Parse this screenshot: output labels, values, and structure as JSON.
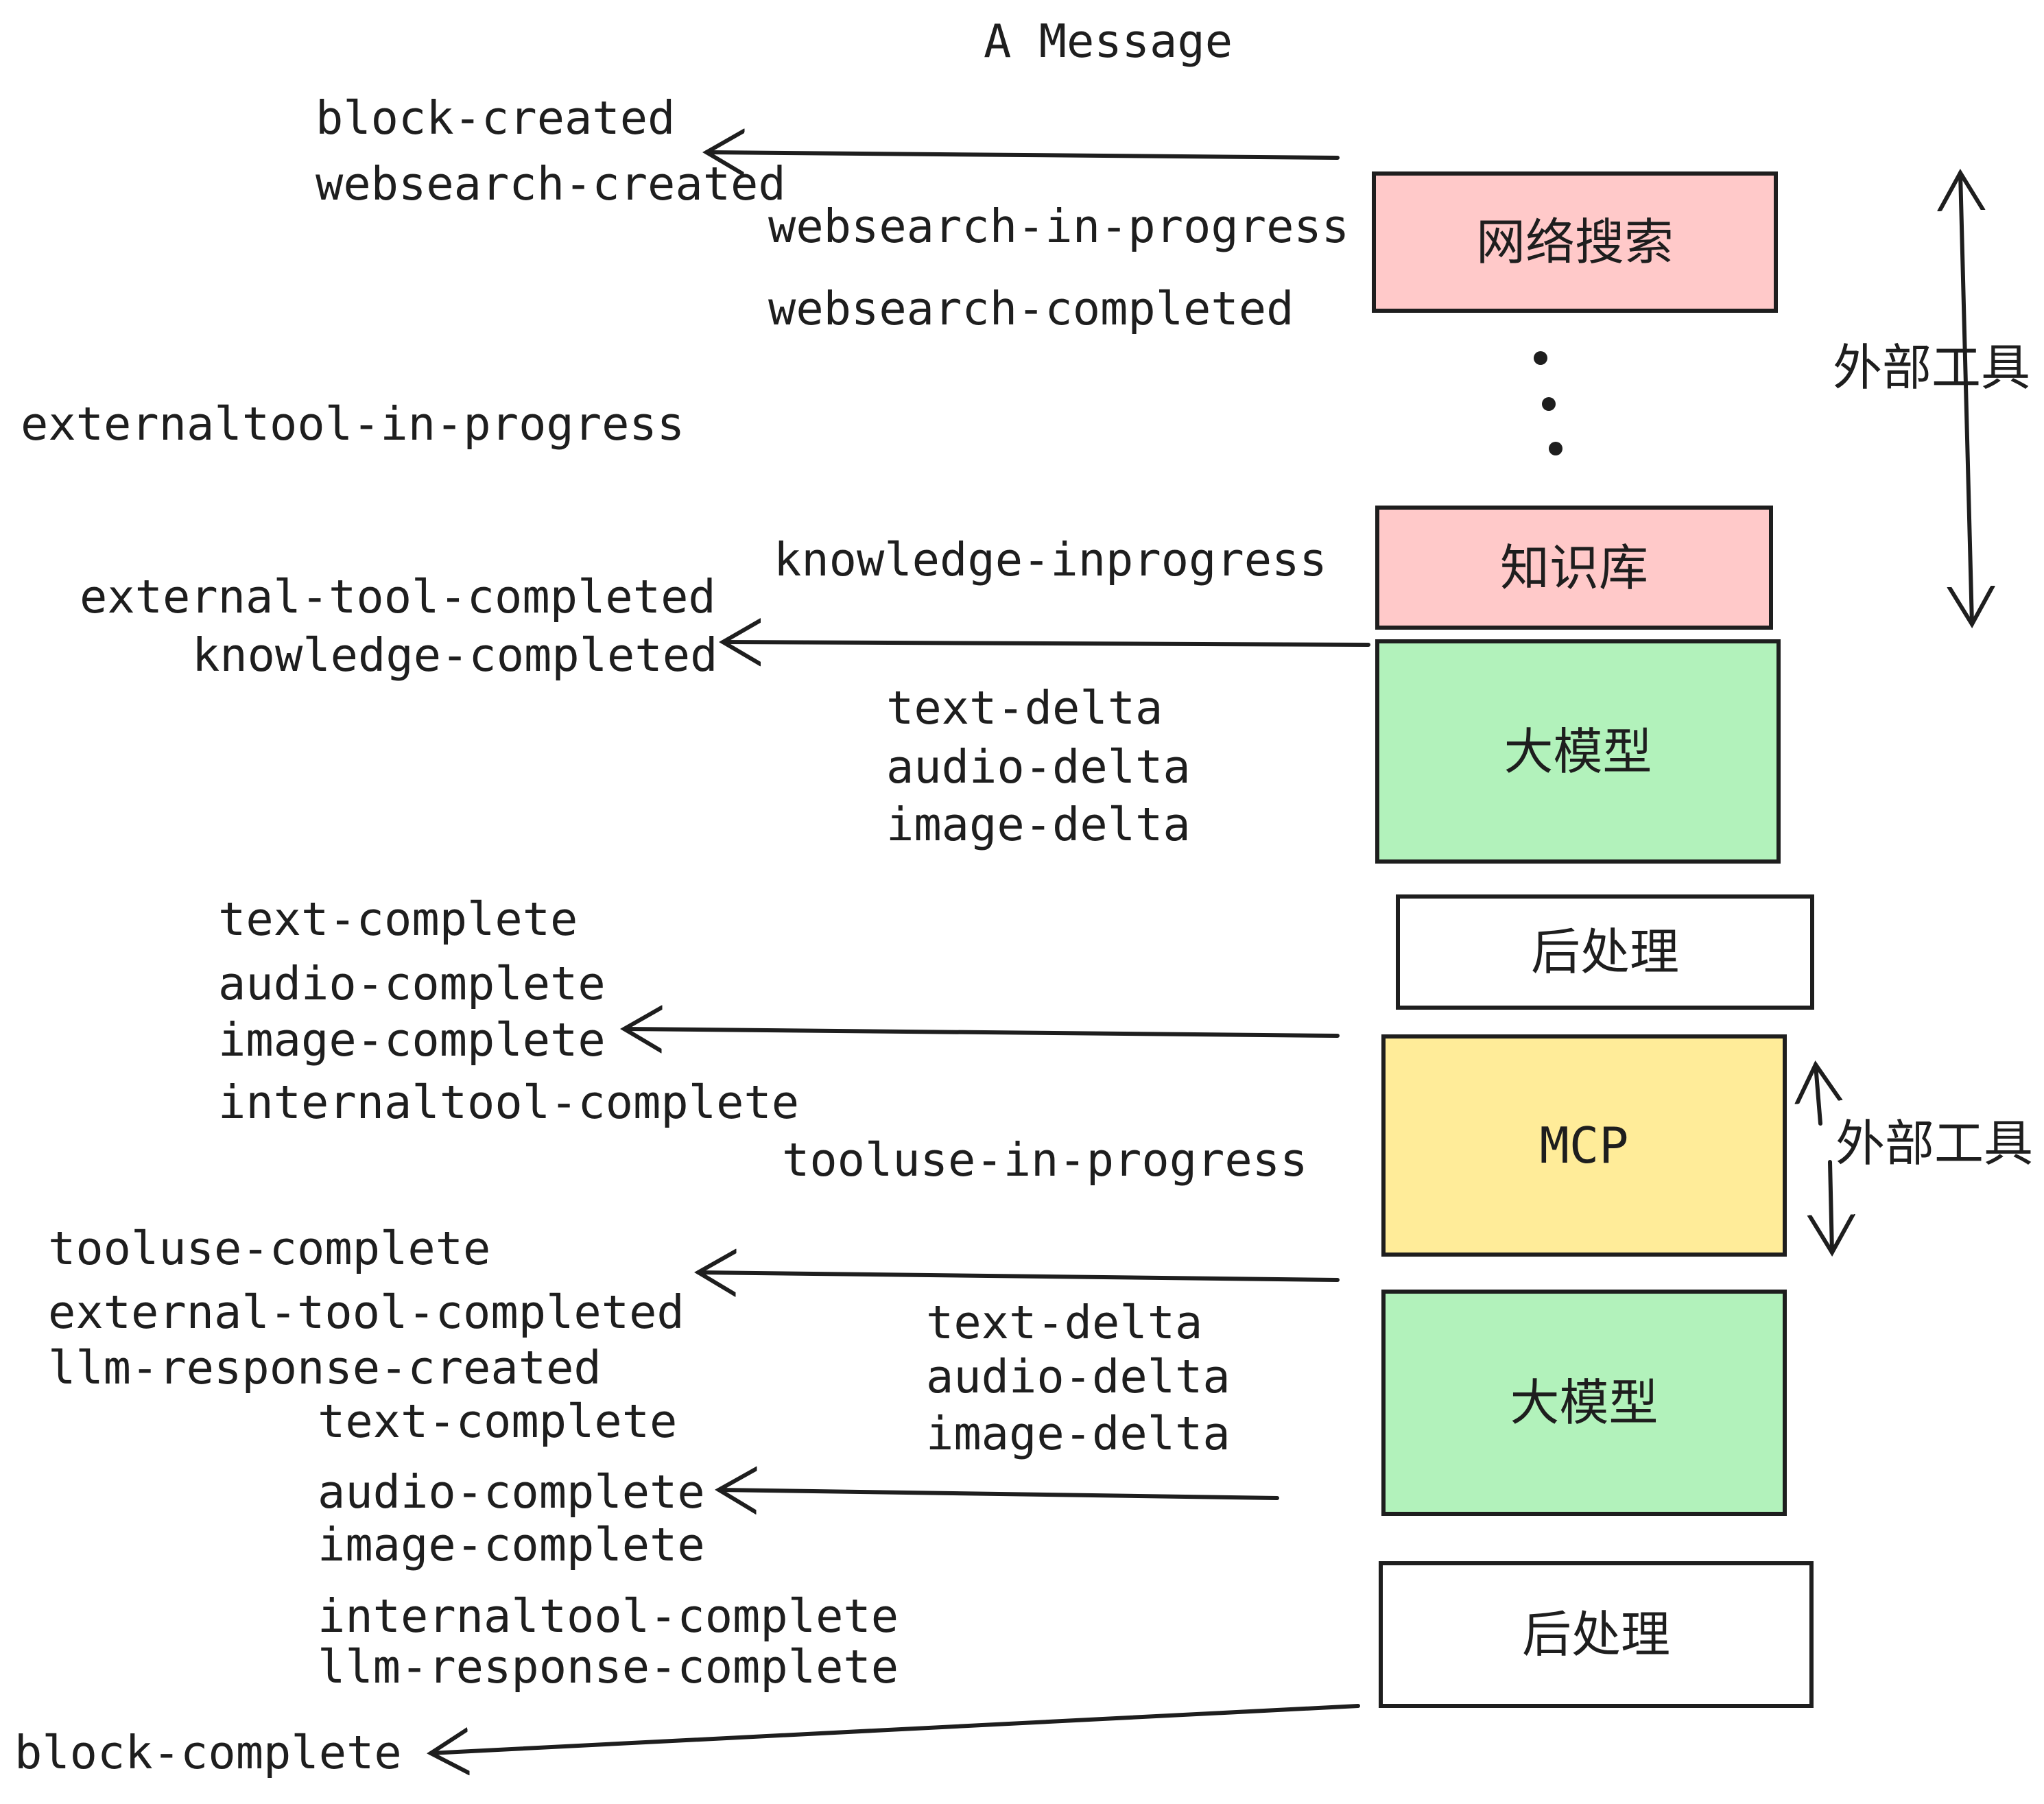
{
  "title": "A Message",
  "colors": {
    "ink": "#1e1e1e",
    "pink": "#ffc9c9",
    "green": "#b2f2bb",
    "yellow": "#ffec99",
    "white": "#ffffff"
  },
  "events": [
    {
      "id": "block-created",
      "text": "block-created"
    },
    {
      "id": "websearch-created",
      "text": "websearch-created"
    },
    {
      "id": "websearch-in-progress",
      "text": "websearch-in-progress"
    },
    {
      "id": "websearch-completed",
      "text": "websearch-completed"
    },
    {
      "id": "externaltool-in-progress",
      "text": "externaltool-in-progress"
    },
    {
      "id": "knowledge-inprogress",
      "text": "knowledge-inprogress"
    },
    {
      "id": "external-tool-completed-1",
      "text": "external-tool-completed"
    },
    {
      "id": "knowledge-completed",
      "text": "knowledge-completed"
    },
    {
      "id": "text-delta-1",
      "text": "text-delta"
    },
    {
      "id": "audio-delta-1",
      "text": "audio-delta"
    },
    {
      "id": "image-delta-1",
      "text": "image-delta"
    },
    {
      "id": "text-complete-1",
      "text": "text-complete"
    },
    {
      "id": "audio-complete-1",
      "text": "audio-complete"
    },
    {
      "id": "image-complete-1",
      "text": "image-complete"
    },
    {
      "id": "internaltool-complete-1",
      "text": "internaltool-complete"
    },
    {
      "id": "tooluse-in-progress",
      "text": "tooluse-in-progress"
    },
    {
      "id": "tooluse-complete",
      "text": "tooluse-complete"
    },
    {
      "id": "external-tool-completed-2",
      "text": "external-tool-completed"
    },
    {
      "id": "llm-response-created",
      "text": "llm-response-created"
    },
    {
      "id": "text-complete-2",
      "text": "text-complete"
    },
    {
      "id": "text-delta-2",
      "text": "text-delta"
    },
    {
      "id": "audio-delta-2",
      "text": "audio-delta"
    },
    {
      "id": "image-delta-2",
      "text": "image-delta"
    },
    {
      "id": "audio-complete-2",
      "text": "audio-complete"
    },
    {
      "id": "image-complete-2",
      "text": "image-complete"
    },
    {
      "id": "internaltool-complete-2",
      "text": "internaltool-complete"
    },
    {
      "id": "llm-response-complete",
      "text": "llm-response-complete"
    },
    {
      "id": "block-complete",
      "text": "block-complete"
    }
  ],
  "boxes": [
    {
      "id": "websearch",
      "label": "网络搜索",
      "fill": "#ffc9c9"
    },
    {
      "id": "knowledge",
      "label": "知识库",
      "fill": "#ffc9c9"
    },
    {
      "id": "llm-1",
      "label": "大模型",
      "fill": "#b2f2bb"
    },
    {
      "id": "postprocess-1",
      "label": "后处理",
      "fill": "#ffffff"
    },
    {
      "id": "mcp",
      "label": "MCP",
      "fill": "#ffec99"
    },
    {
      "id": "llm-2",
      "label": "大模型",
      "fill": "#b2f2bb"
    },
    {
      "id": "postprocess-2",
      "label": "后处理",
      "fill": "#ffffff"
    }
  ],
  "annotations": [
    {
      "id": "external-tools-1",
      "text": "外部工具"
    },
    {
      "id": "external-tools-2",
      "text": "外部工具"
    }
  ]
}
